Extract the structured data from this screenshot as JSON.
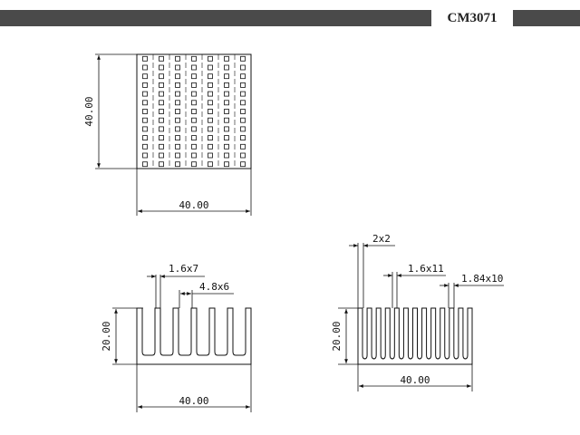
{
  "header": {
    "model_code": "CM3071",
    "bar_color": "#4a4a4a"
  },
  "top_view": {
    "width_label": "40.00",
    "height_label": "40.00",
    "pin_rows": 13,
    "pin_columns": 7
  },
  "front_view": {
    "width_label": "40.00",
    "height_label": "20.00",
    "pin_callout": "1.6x7",
    "gap_callout": "4.8x6",
    "fin_count": 7
  },
  "side_view": {
    "width_label": "40.00",
    "height_label": "20.00",
    "edge_callout": "2x2",
    "fin_callout": "1.6x11",
    "gap_callout": "1.84x10",
    "fin_count": 13
  }
}
